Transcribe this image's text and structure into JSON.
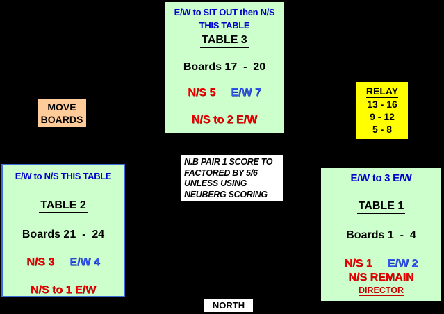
{
  "colors": {
    "background": "#000000",
    "table_box_fill": "#ccffcc",
    "relay_fill": "#ffff00",
    "move_boards_fill": "#ffcc99",
    "note_fill": "#ffffff",
    "header_blue": "#0000cc",
    "pair_blue": "#3355ee",
    "red": "#ee0000",
    "table2_border_blue": "#3d6fd6"
  },
  "table3": {
    "header_line1": "E/W to SIT OUT then N/S",
    "header_line2": "THIS TABLE",
    "title": "TABLE 3",
    "boards": "Boards 17  -  20",
    "ns_pair": "N/S 5",
    "ew_pair": "E/W 7",
    "movement": "N/S to 2 E/W"
  },
  "relay": {
    "title": "RELAY",
    "lines": [
      "13 - 16",
      "9 - 12",
      "5 - 8"
    ]
  },
  "move_boards": {
    "line1": "MOVE",
    "line2": "BOARDS"
  },
  "table2": {
    "header_line1": "E/W to N/S THIS TABLE",
    "title": "TABLE 2",
    "boards": "Boards 21  -  24",
    "ns_pair": "N/S 3",
    "ew_pair": "E/W 4",
    "movement": "N/S to 1 E/W"
  },
  "nb_note": {
    "nb": "N.B",
    "line1_rest": " PAIR 1 SCORE TO",
    "line2": "FACTORED BY 5/6",
    "line3": "UNLESS USING",
    "line4": "NEUBERG SCORING"
  },
  "table1": {
    "header_line1": "E/W to 3 E/W",
    "title": "TABLE 1",
    "boards": "Boards 1  -  4",
    "ns_pair": "N/S 1",
    "ew_pair": "E/W 2",
    "remain": "N/S REMAIN",
    "director": "DIRECTOR"
  },
  "north": {
    "label": "NORTH"
  }
}
